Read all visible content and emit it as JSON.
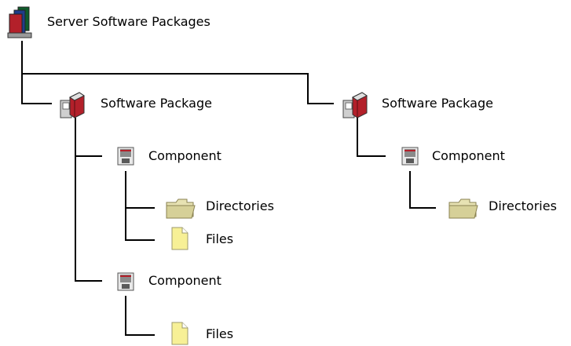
{
  "tree": {
    "root": {
      "label": "Server Software Packages",
      "icon": "server-packages-icon"
    },
    "package_left": {
      "label": "Software Package",
      "icon": "software-package-icon",
      "component_1": {
        "label": "Component",
        "icon": "component-icon",
        "directories_label": "Directories",
        "files_label": "Files"
      },
      "component_2": {
        "label": "Component",
        "icon": "component-icon",
        "files_label": "Files"
      }
    },
    "package_right": {
      "label": "Software Package",
      "icon": "software-package-icon",
      "component_1": {
        "label": "Component",
        "icon": "component-icon",
        "directories_label": "Directories"
      }
    }
  },
  "colors": {
    "connector": "#000000",
    "folder": "#d6d098",
    "file": "#f7f096",
    "package_red": "#b3202a",
    "component_gray": "#8a8a8a"
  }
}
